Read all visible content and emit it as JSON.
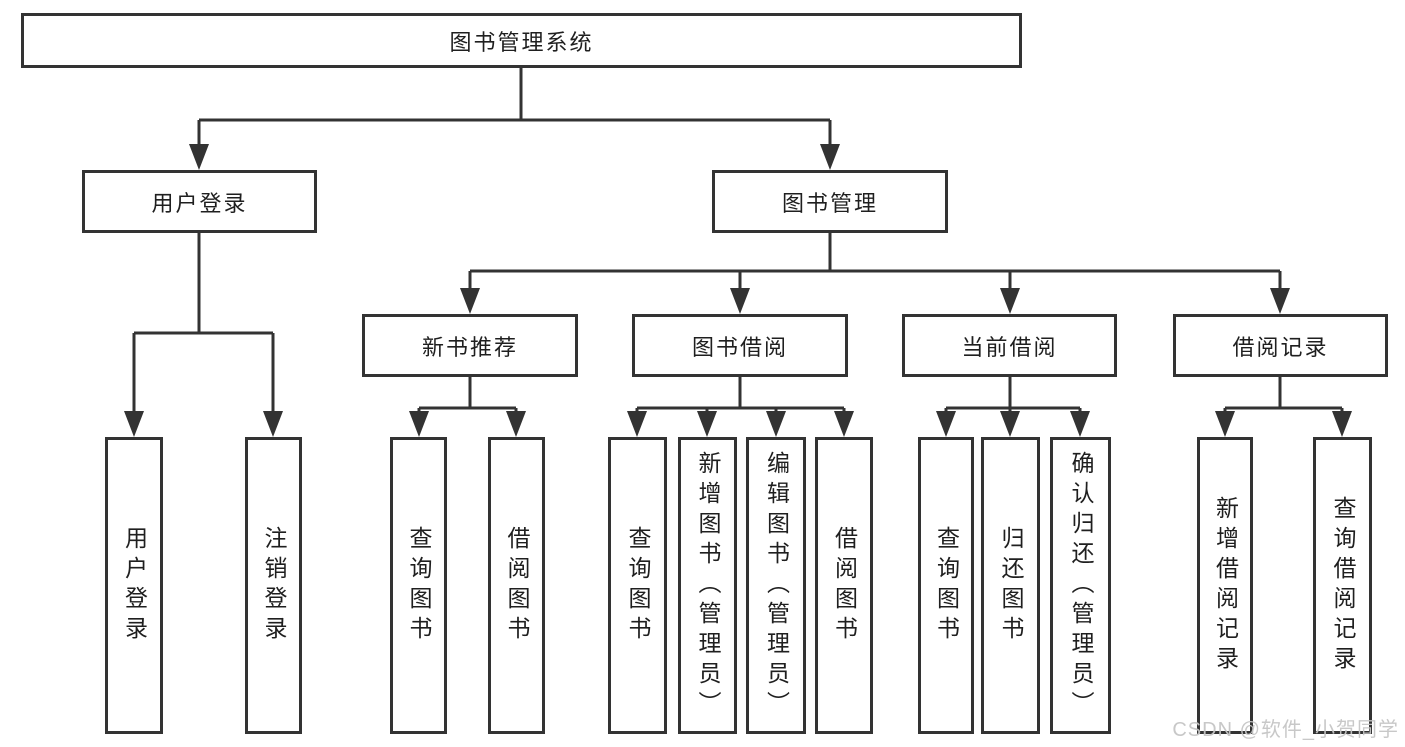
{
  "watermark": {
    "text": "CSDN @软件_小贺同学"
  },
  "colors": {
    "line": "#333333",
    "box_border": "#333333",
    "box_background": "#ffffff",
    "text": "#1f1f1f",
    "watermark": "#c5c5c5"
  },
  "tree": {
    "root": {
      "label": "图书管理系统"
    },
    "branches": [
      {
        "label": "用户登录",
        "children": [
          {
            "label": "用户登录"
          },
          {
            "label": "注销登录"
          }
        ]
      },
      {
        "label": "图书管理",
        "children": [
          {
            "label": "新书推荐",
            "children": [
              {
                "label": "查询图书"
              },
              {
                "label": "借阅图书"
              }
            ]
          },
          {
            "label": "图书借阅",
            "children": [
              {
                "label": "查询图书"
              },
              {
                "label": "新增图书（管理员）"
              },
              {
                "label": "编辑图书（管理员）"
              },
              {
                "label": "借阅图书"
              }
            ]
          },
          {
            "label": "当前借阅",
            "children": [
              {
                "label": "查询图书"
              },
              {
                "label": "归还图书"
              },
              {
                "label": "确认归还（管理员）"
              }
            ]
          },
          {
            "label": "借阅记录",
            "children": [
              {
                "label": "新增借阅记录"
              },
              {
                "label": "查询借阅记录"
              }
            ]
          }
        ]
      }
    ]
  }
}
